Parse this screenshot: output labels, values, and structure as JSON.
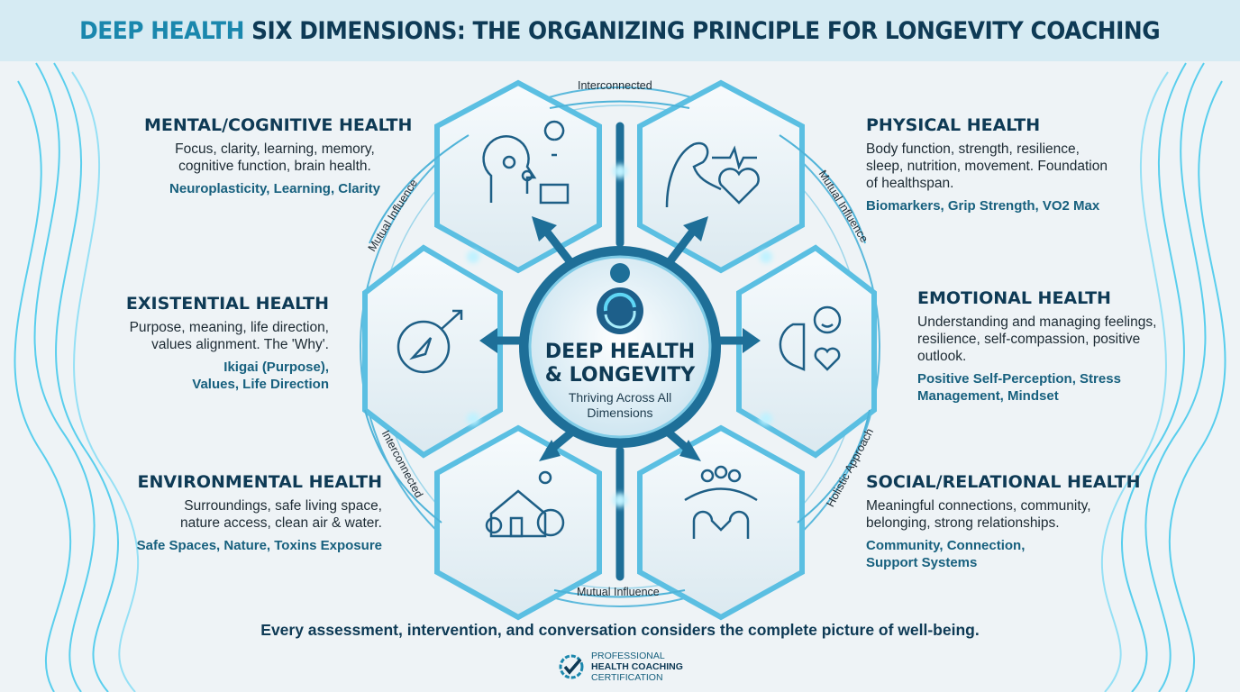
{
  "header": {
    "title_accent": "DEEP HEALTH",
    "title_rest": " SIX DIMENSIONS: THE ORGANIZING PRINCIPLE FOR LONGEVITY COACHING"
  },
  "center": {
    "title_line1": "DEEP HEALTH",
    "title_line2": "& LONGEVITY",
    "subtitle": "Thriving Across All Dimensions",
    "icon": "spiral-person-logo-icon"
  },
  "dimensions": {
    "mental": {
      "title": "MENTAL/COGNITIVE HEALTH",
      "description": "Focus, clarity, learning, memory, cognitive function, brain health.",
      "tags": "Neuroplasticity, Learning, Clarity",
      "icon": "brain-gears-book-icon"
    },
    "physical": {
      "title": "PHYSICAL HEALTH",
      "description": "Body function, strength, resilience, sleep, nutrition, movement. Foundation of healthspan.",
      "tags": "Biomarkers, Grip Strength, VO2 Max",
      "icon": "flexed-arm-heart-icon"
    },
    "existential": {
      "title": "EXISTENTIAL HEALTH",
      "description": "Purpose, meaning, life direction, values alignment. The 'Why'.",
      "tags": "Ikigai (Purpose), Values, Life Direction",
      "icon": "compass-icon"
    },
    "emotional": {
      "title": "EMOTIONAL HEALTH",
      "description": "Understanding and managing feelings, resilience, self-compassion, positive outlook.",
      "tags": "Positive Self-Perception, Stress Management, Mindset",
      "icon": "brain-smiley-heart-icon"
    },
    "environmental": {
      "title": "ENVIRONMENTAL HEALTH",
      "description": "Surroundings, safe living space, nature access, clean air & water.",
      "tags": "Safe Spaces, Nature, Toxins Exposure",
      "icon": "house-tree-globe-icon"
    },
    "social": {
      "title": "SOCIAL/RELATIONAL HEALTH",
      "description": "Meaningful connections, community, belonging, strong relationships.",
      "tags": "Community, Connection, Support Systems",
      "icon": "handshake-community-icon"
    }
  },
  "arc_labels": {
    "top": "Interconnected",
    "upper_left": "Mutual Influence",
    "upper_right": "Mutual Influence",
    "lower_left": "Interconnected",
    "lower_right": "Holistic Approach",
    "bottom": "Mutual Influence"
  },
  "footer": {
    "text": "Every assessment, intervention, and conversation considers the complete picture of well-being."
  },
  "logo": {
    "line1": "PROFESSIONAL",
    "line2": "HEALTH COACHING",
    "line3": "CERTIFICATION"
  },
  "colors": {
    "navy": "#0e3a55",
    "accent": "#1a87ad",
    "glow": "#3fd0f0"
  }
}
